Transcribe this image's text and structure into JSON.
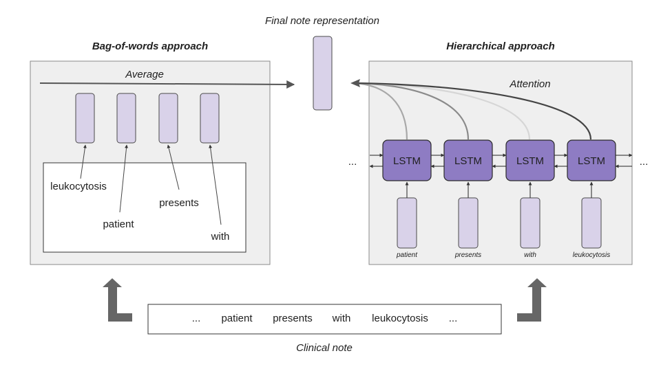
{
  "final_title": "Final note representation",
  "bow": {
    "title": "Bag-of-words approach",
    "average_label": "Average",
    "words": [
      "leukocytosis",
      "patient",
      "presents",
      "with"
    ]
  },
  "hier": {
    "title": "Hierarchical approach",
    "attention_label": "Attention",
    "cell_label": "LSTM",
    "ellipsis": "...",
    "tokens": [
      "patient",
      "presents",
      "with",
      "leukocytosis"
    ]
  },
  "clinical": {
    "label": "Clinical note",
    "words": [
      "...",
      "patient",
      "presents",
      "with",
      "leukocytosis",
      "..."
    ]
  },
  "colors": {
    "panel": "#efefef",
    "panel_border": "#8a8a8a",
    "embed_fill": "#d9d2e9",
    "embed_stroke": "#4a4a4a",
    "lstm_fill": "#8e7cc3",
    "lstm_stroke": "#2a2a2a",
    "arrow_dark": "#555555",
    "arrow_thick": "#666666"
  }
}
